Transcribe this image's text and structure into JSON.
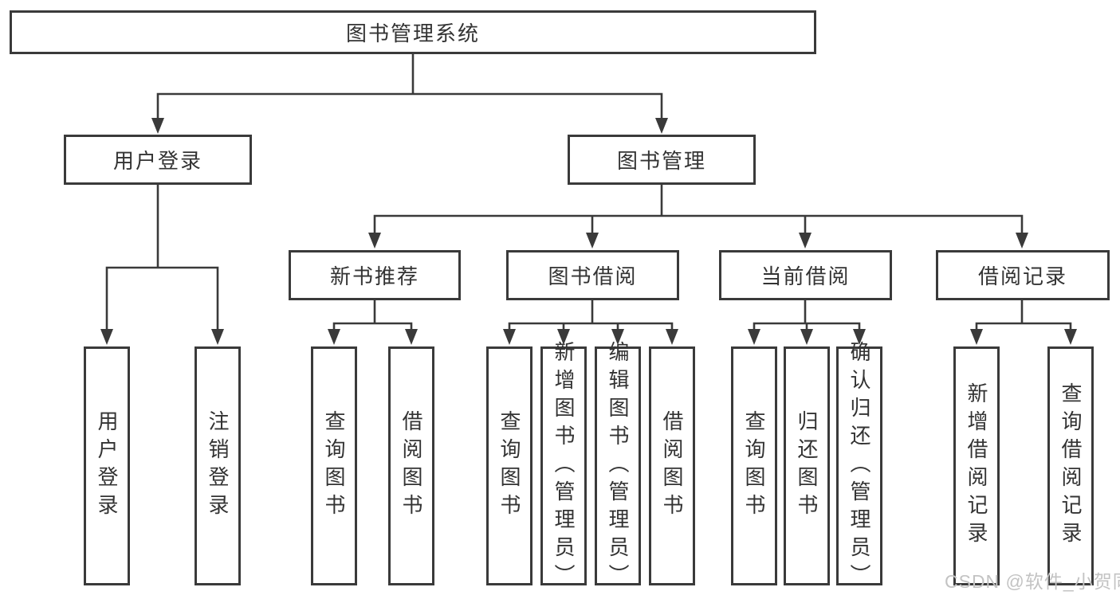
{
  "colors": {
    "line": "#3a3a3a",
    "text": "#333333",
    "watermark": "#c3c3c3",
    "bg": "#ffffff"
  },
  "tree": {
    "root": "图书管理系统",
    "children": [
      {
        "label": "用户登录",
        "children": [
          "用户登录",
          "注销登录"
        ]
      },
      {
        "label": "图书管理",
        "children": [
          {
            "label": "新书推荐",
            "children": [
              "查询图书",
              "借阅图书"
            ]
          },
          {
            "label": "图书借阅",
            "children": [
              "查询图书",
              "新增图书（管理员）",
              "编辑图书（管理员）",
              "借阅图书"
            ]
          },
          {
            "label": "当前借阅",
            "children": [
              "查询图书",
              "归还图书",
              "确认归还（管理员）"
            ]
          },
          {
            "label": "借阅记录",
            "children": [
              "新增借阅记录",
              "查询借阅记录"
            ]
          }
        ]
      }
    ]
  },
  "watermark": "CSDN @软件_小贺同学"
}
